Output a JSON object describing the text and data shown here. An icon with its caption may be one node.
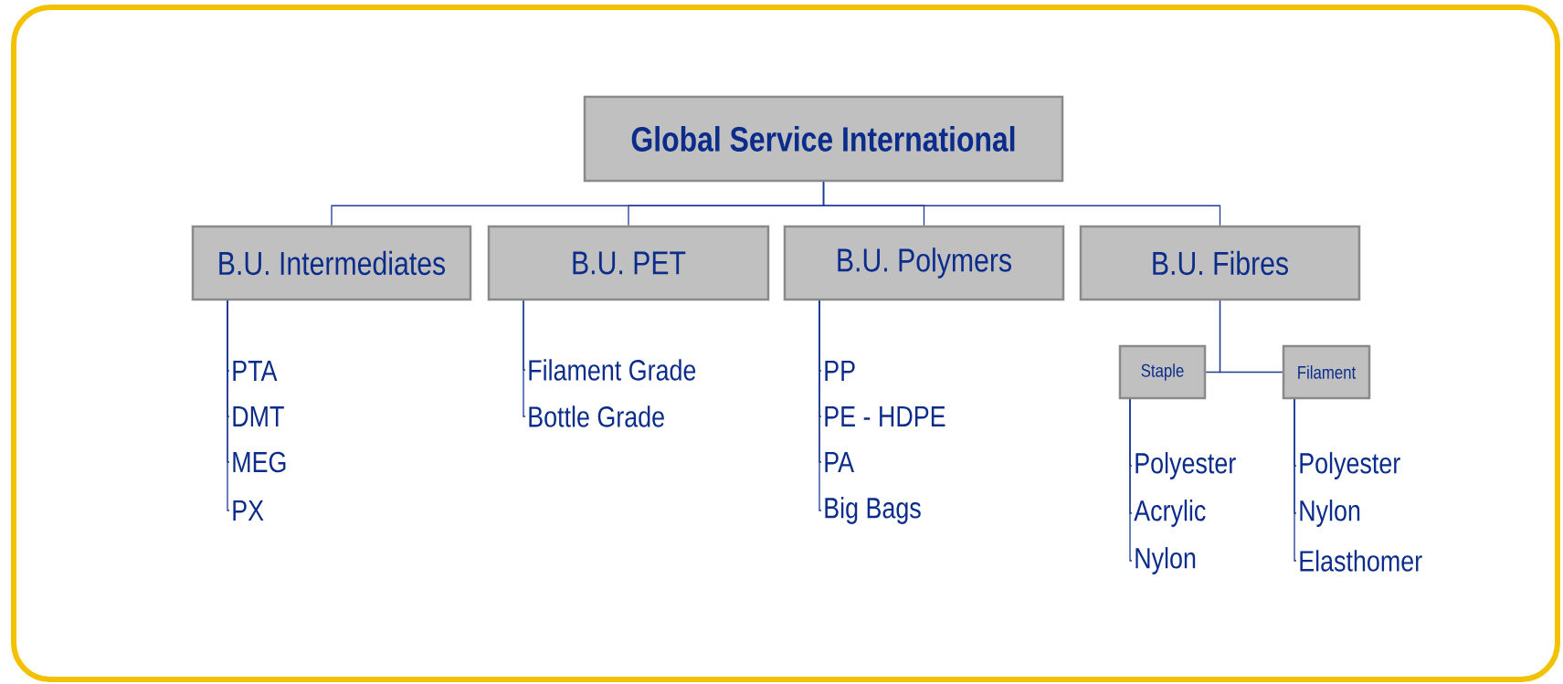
{
  "diagram": {
    "nodes": [
      {
        "text": [
          "Global Service International"
        ]
      },
      {
        "text": [
          "B.U. Intermediates"
        ]
      },
      {
        "text": [
          "B.U. PET"
        ]
      },
      {
        "text": [
          "B.U. Polymers"
        ]
      },
      {
        "text": [
          "B.U. Fibres"
        ]
      },
      {
        "text": [
          "PTA"
        ]
      },
      {
        "text": [
          "DMT"
        ]
      },
      {
        "text": [
          "MEG"
        ]
      },
      {
        "text": [
          "PX"
        ]
      },
      {
        "text": [
          "Filament Grade"
        ]
      },
      {
        "text": [
          "Bottle Grade"
        ]
      },
      {
        "text": [
          "PP"
        ]
      },
      {
        "text": [
          "PE - HDPE"
        ]
      },
      {
        "text": [
          "PA"
        ]
      },
      {
        "text": [
          "Big Bags"
        ]
      },
      {
        "text": [
          "Staple"
        ]
      },
      {
        "text": [
          "Filament"
        ]
      },
      {
        "text": [
          "Polyester"
        ]
      },
      {
        "text": [
          "Acrylic"
        ]
      },
      {
        "text": [
          "Nylon"
        ]
      },
      {
        "text": [
          "Polyester"
        ]
      },
      {
        "text": [
          "Nylon"
        ]
      },
      {
        "text": [
          "Elasthomer"
        ]
      }
    ],
    "edges": [
      {
        "from": 0,
        "to": 1,
        "arrow": "none"
      },
      {
        "from": 0,
        "to": 2,
        "arrow": "none"
      },
      {
        "from": 0,
        "to": 3,
        "arrow": "none"
      },
      {
        "from": 0,
        "to": 4,
        "arrow": "none"
      },
      {
        "from": 1,
        "to": 5,
        "arrow": "none"
      },
      {
        "from": 1,
        "to": 6,
        "arrow": "none"
      },
      {
        "from": 1,
        "to": 7,
        "arrow": "none"
      },
      {
        "from": 1,
        "to": 8,
        "arrow": "none"
      },
      {
        "from": 2,
        "to": 9,
        "arrow": "none"
      },
      {
        "from": 2,
        "to": 10,
        "arrow": "none"
      },
      {
        "from": 3,
        "to": 11,
        "arrow": "none"
      },
      {
        "from": 3,
        "to": 12,
        "arrow": "none"
      },
      {
        "from": 3,
        "to": 13,
        "arrow": "none"
      },
      {
        "from": 3,
        "to": 14,
        "arrow": "none"
      },
      {
        "from": 4,
        "to": 15,
        "arrow": "none"
      },
      {
        "from": 4,
        "to": 16,
        "arrow": "none"
      },
      {
        "from": 15,
        "to": 17,
        "arrow": "none"
      },
      {
        "from": 15,
        "to": 18,
        "arrow": "none"
      },
      {
        "from": 15,
        "to": 19,
        "arrow": "none"
      },
      {
        "from": 16,
        "to": 20,
        "arrow": "none"
      },
      {
        "from": 16,
        "to": 21,
        "arrow": "none"
      },
      {
        "from": 16,
        "to": 22,
        "arrow": "none"
      }
    ]
  }
}
